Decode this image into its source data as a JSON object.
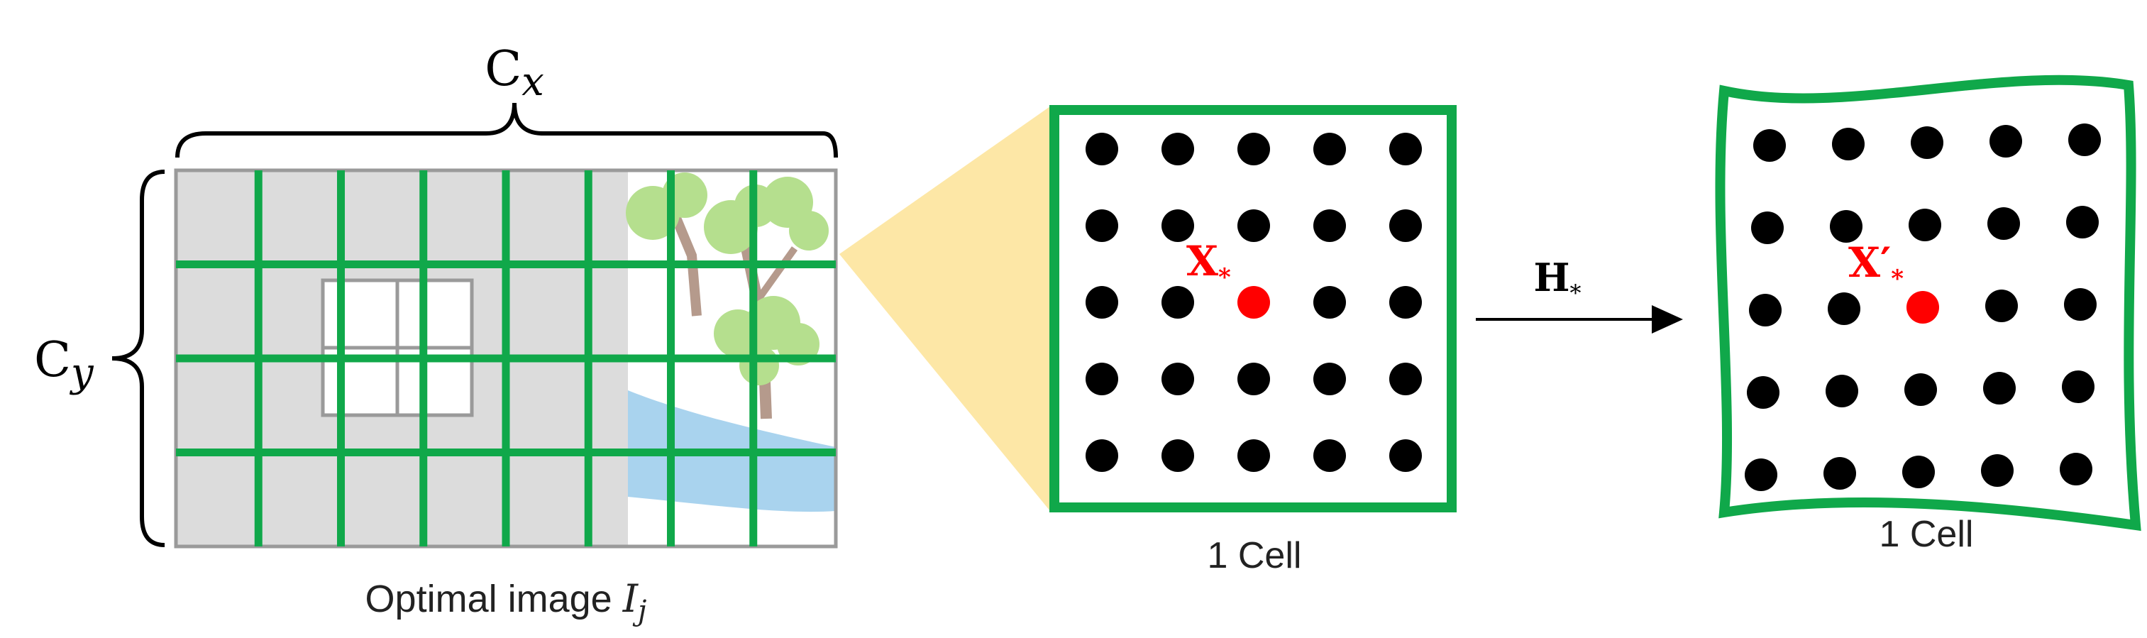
{
  "labels": {
    "cx_main": "C",
    "cx_sub": "x",
    "cy_main": "C",
    "cy_sub": "y",
    "optimal_image_text": "Optimal image ",
    "optimal_image_var": "I",
    "optimal_image_sub": "j",
    "cell_left_caption": "1 Cell",
    "cell_right_caption": "1 Cell",
    "point_x": "X",
    "point_x_sub": "*",
    "point_xprime": "X′",
    "point_xprime_sub": "*",
    "arrow_main": "H",
    "arrow_sub": "*"
  },
  "colors": {
    "grid_green": "#10a84a",
    "image_gray": "#dcdcdc",
    "outline_gray": "#9a9a9a",
    "zoom_yellow": "#fde7a6",
    "tree_green": "#b5df8e",
    "trunk_brown": "#b59a8c",
    "water_blue": "#a9d3ee",
    "highlight_red": "#ff0000",
    "dot_black": "#000000"
  },
  "icons": {
    "zoom_wedge": "zoom-cone",
    "trees": "tree-illustration",
    "stream": "water-stream"
  },
  "grid": {
    "columns": 7,
    "rows": 4
  },
  "cell_dots": {
    "rows": 5,
    "columns": 5,
    "highlight": {
      "row": 3,
      "column": 3
    }
  }
}
